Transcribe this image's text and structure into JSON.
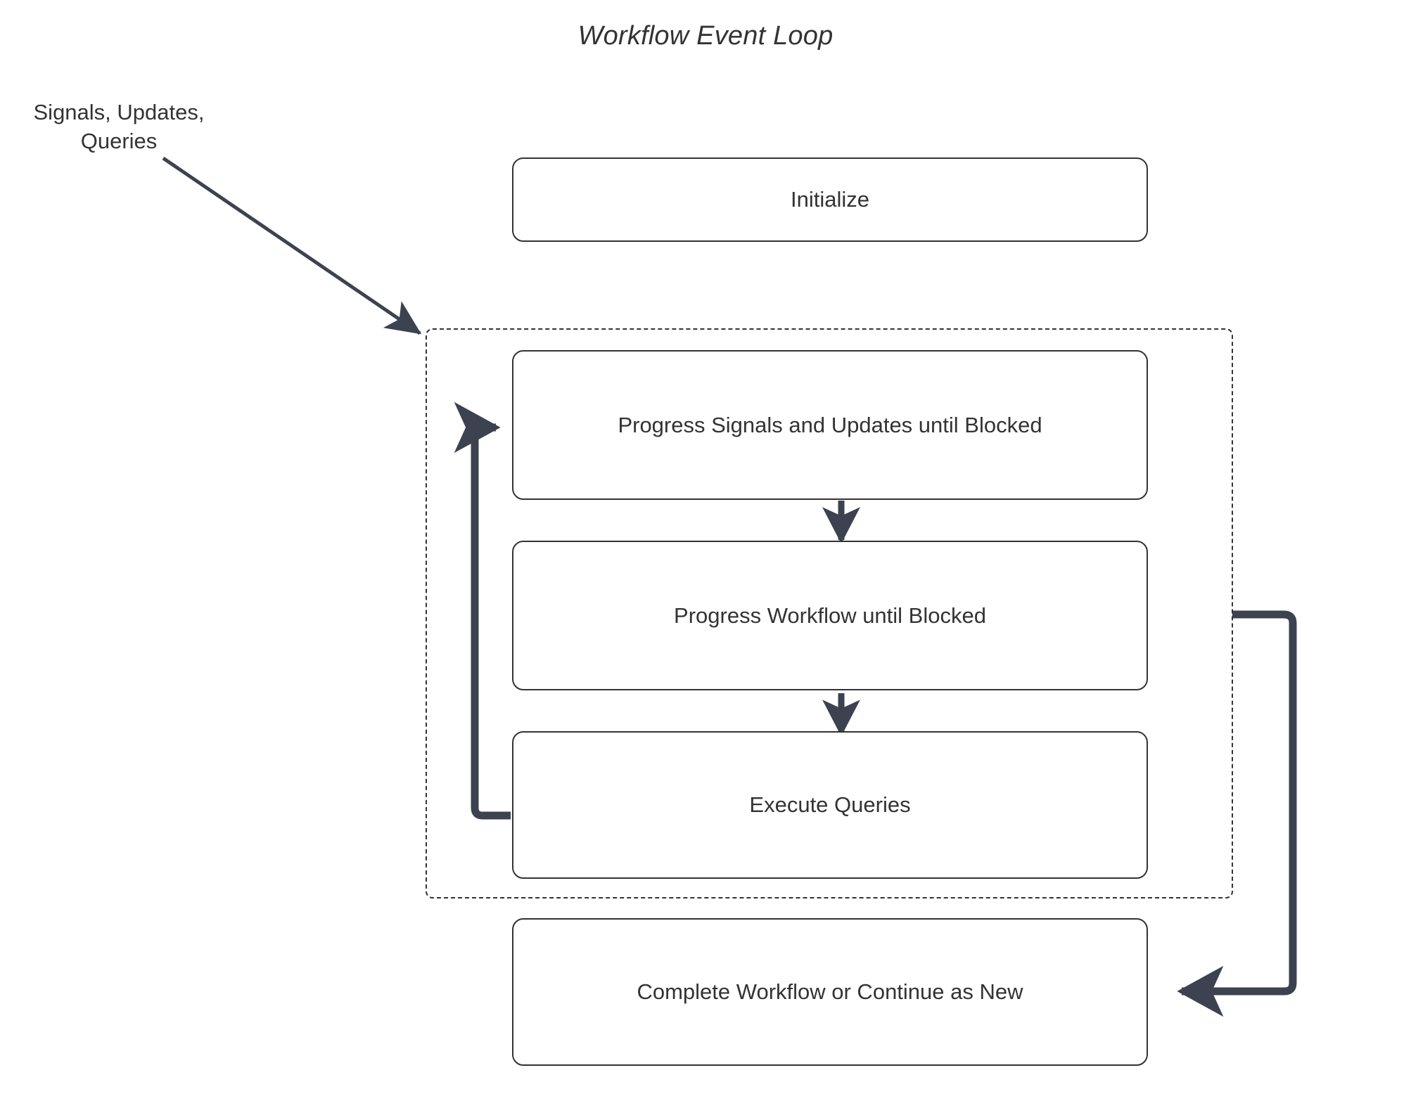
{
  "diagram": {
    "title": "Workflow Event Loop",
    "theme": {
      "background": "#ffffff",
      "node_border": "#333333",
      "node_fill": "#ffffff",
      "text": "#333333",
      "arrow": "#3d4250",
      "dashed_border": "#333333"
    },
    "external_label": {
      "line1": "Signals, Updates,",
      "line2": "Queries"
    },
    "nodes": [
      {
        "id": "initialize",
        "label": "Initialize"
      },
      {
        "id": "progress-signals",
        "label": "Progress Signals and Updates until Blocked"
      },
      {
        "id": "progress-workflow",
        "label": "Progress Workflow until Blocked"
      },
      {
        "id": "execute-queries",
        "label": "Execute Queries"
      },
      {
        "id": "complete-workflow",
        "label": "Complete Workflow or Continue as New"
      }
    ],
    "loop_region": {
      "id": "event-loop-region",
      "style": "dashed"
    },
    "edges": [
      {
        "id": "external-to-loop",
        "from": "signals-updates-queries",
        "to": "event-loop-region",
        "label": ""
      },
      {
        "id": "signals-to-workflow",
        "from": "progress-signals",
        "to": "progress-workflow",
        "label": ""
      },
      {
        "id": "workflow-to-queries",
        "from": "progress-workflow",
        "to": "execute-queries",
        "label": ""
      },
      {
        "id": "queries-loopback",
        "from": "execute-queries",
        "to": "progress-signals",
        "label": ""
      },
      {
        "id": "loop-to-complete",
        "from": "event-loop-region",
        "to": "complete-workflow",
        "label": ""
      }
    ]
  }
}
